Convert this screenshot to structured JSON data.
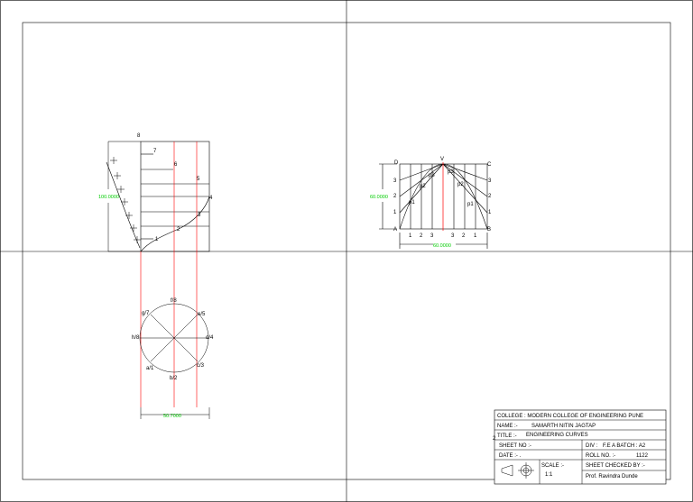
{
  "cycloid": {
    "points_top": [
      "8",
      "7",
      "6",
      "5",
      "4",
      "3",
      "2",
      "1"
    ],
    "circle_labels": [
      "f/8",
      "g/7",
      "e/5",
      "h/8",
      "d/4",
      "a/1",
      "c/3",
      "b/2"
    ],
    "dim_height": "100.0000",
    "dim_width": "50.7000"
  },
  "parabola": {
    "corners": [
      "D",
      "V",
      "C",
      "A",
      "B"
    ],
    "left_nums": [
      "3",
      "2",
      "1"
    ],
    "right_nums": [
      "3",
      "2",
      "1"
    ],
    "p_left": [
      "p3",
      "p2",
      "p1"
    ],
    "p_right": [
      "p3",
      "p2",
      "p1"
    ],
    "bottom_nums": [
      "1",
      "2",
      "3",
      "3",
      "2",
      "1"
    ],
    "dim_height": "60.0000",
    "dim_width": "60.0000"
  },
  "title_block": {
    "college": "COLLEGE : MODERN COLLEGE OF ENGINEERING PUNE",
    "name_label": "NAME :-",
    "name_value": "SAMARTH NITIN JAGTAP",
    "mark": "2",
    "title_label": "TITLE :-",
    "title_value": "ENGINEERING CURVES",
    "sheet_no": "SHEET NO :-",
    "div": "DIV :",
    "div_value": "F.E A BATCH : A2",
    "date": "DATE :- .",
    "roll_label": "ROLL NO. :-",
    "roll_value": "1122",
    "scale_label": "SCALE :-",
    "scale_value": "1:1",
    "checked_by": "SHEET CHECKED BY :-",
    "checker": "Prof. Ravindra Dunde"
  }
}
